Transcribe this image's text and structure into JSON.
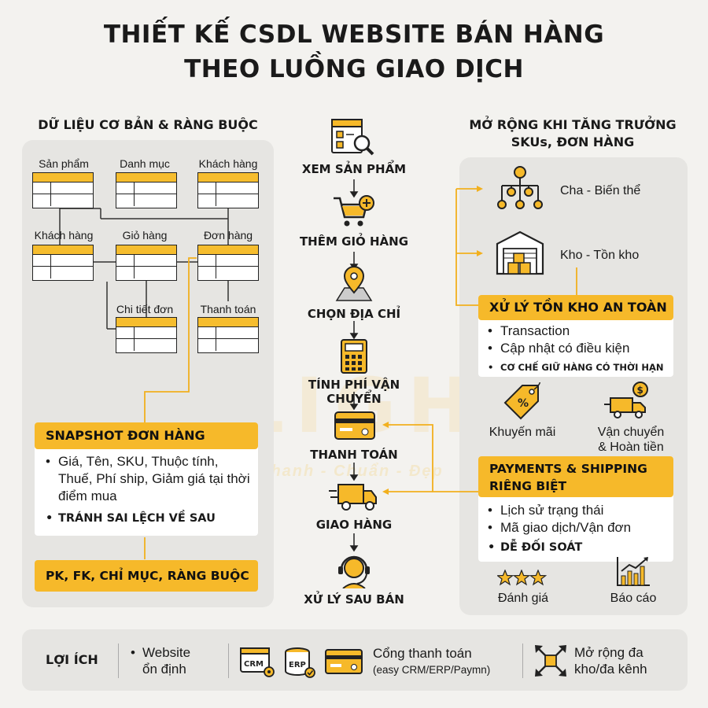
{
  "title": {
    "line1": "THIẾT KẾ CSDL WEBSITE BÁN HÀNG",
    "line2": "THEO LUỒNG GIAO DỊCH"
  },
  "watermark": {
    "logo": "LIGHT",
    "slogan": "Nhanh - Chuẩn - Đẹp"
  },
  "left": {
    "heading": "DỮ LIỆU CƠ BẢN & RÀNG BUỘC",
    "tables": {
      "san_pham": "Sản phẩm",
      "danh_muc": "Danh mục",
      "khach_hang_top": "Khách hàng",
      "khach_hang": "Khách hàng",
      "gio_hang": "Giỏ hàng",
      "don_hang": "Đơn hàng",
      "chi_tiet_don": "Chi tiết đơn",
      "thanh_toan": "Thanh toán"
    },
    "snapshot": {
      "heading": "SNAPSHOT ĐƠN HÀNG",
      "items": [
        "Giá, Tên, SKU, Thuộc tính, Thuế, Phí ship, Giảm giá tại thời điểm mua",
        "TRÁNH SAI LỆCH VỀ SAU"
      ]
    },
    "constraints": "PK, FK, CHỈ MỤC, RÀNG BUỘC"
  },
  "flow": {
    "steps": [
      {
        "label": "XEM SẢN PHẨM",
        "icon": "product-search-icon"
      },
      {
        "label": "THÊM GIỎ HÀNG",
        "icon": "cart-add-icon"
      },
      {
        "label": "CHỌN ĐỊA CHỈ",
        "icon": "map-pin-icon"
      },
      {
        "label": "TÍNH PHÍ VẬN CHUYỂN",
        "icon": "calculator-icon"
      },
      {
        "label": "THANH TOÁN",
        "icon": "credit-card-icon"
      },
      {
        "label": "GIAO HÀNG",
        "icon": "delivery-truck-icon"
      },
      {
        "label": "XỬ LÝ SAU BÁN",
        "icon": "support-headset-icon"
      }
    ]
  },
  "right": {
    "heading_line1": "MỞ RỘNG KHI TĂNG TRƯỞNG",
    "heading_line2": "SKUs, ĐƠN HÀNG",
    "variant": "Cha - Biến thể",
    "warehouse": "Kho - Tồn kho",
    "inventory": {
      "heading": "XỬ LÝ TỒN KHO AN TOÀN",
      "items": [
        "Transaction",
        "Cập nhật có điều kiện",
        "CƠ CHẾ GIỮ HÀNG CÓ THỜI HẠN"
      ]
    },
    "promo": "Khuyến mãi",
    "shipping_refund_line1": "Vận chuyển",
    "shipping_refund_line2": "& Hoàn tiền",
    "payments": {
      "heading_line1": "PAYMENTS & SHIPPING",
      "heading_line2": "RIÊNG BIỆT",
      "items": [
        "Lịch sử trạng thái",
        "Mã giao dịch/Vận đơn",
        "DỄ ĐỐI SOÁT"
      ]
    },
    "review": "Đánh giá",
    "report": "Báo cáo"
  },
  "bottom": {
    "label": "LỢI ÍCH",
    "stable_line1": "Website",
    "stable_line2": "ổn định",
    "crm": "CRM",
    "erp": "ERP",
    "gateway_line1": "Cổng thanh toán",
    "gateway_line2": "(easy CRM/ERP/Paymn)",
    "scale_line1": "Mở rộng đa",
    "scale_line2": "kho/đa kênh"
  },
  "colors": {
    "accent": "#f6b92a",
    "panel": "#e6e5e2",
    "background": "#f3f2ef"
  }
}
